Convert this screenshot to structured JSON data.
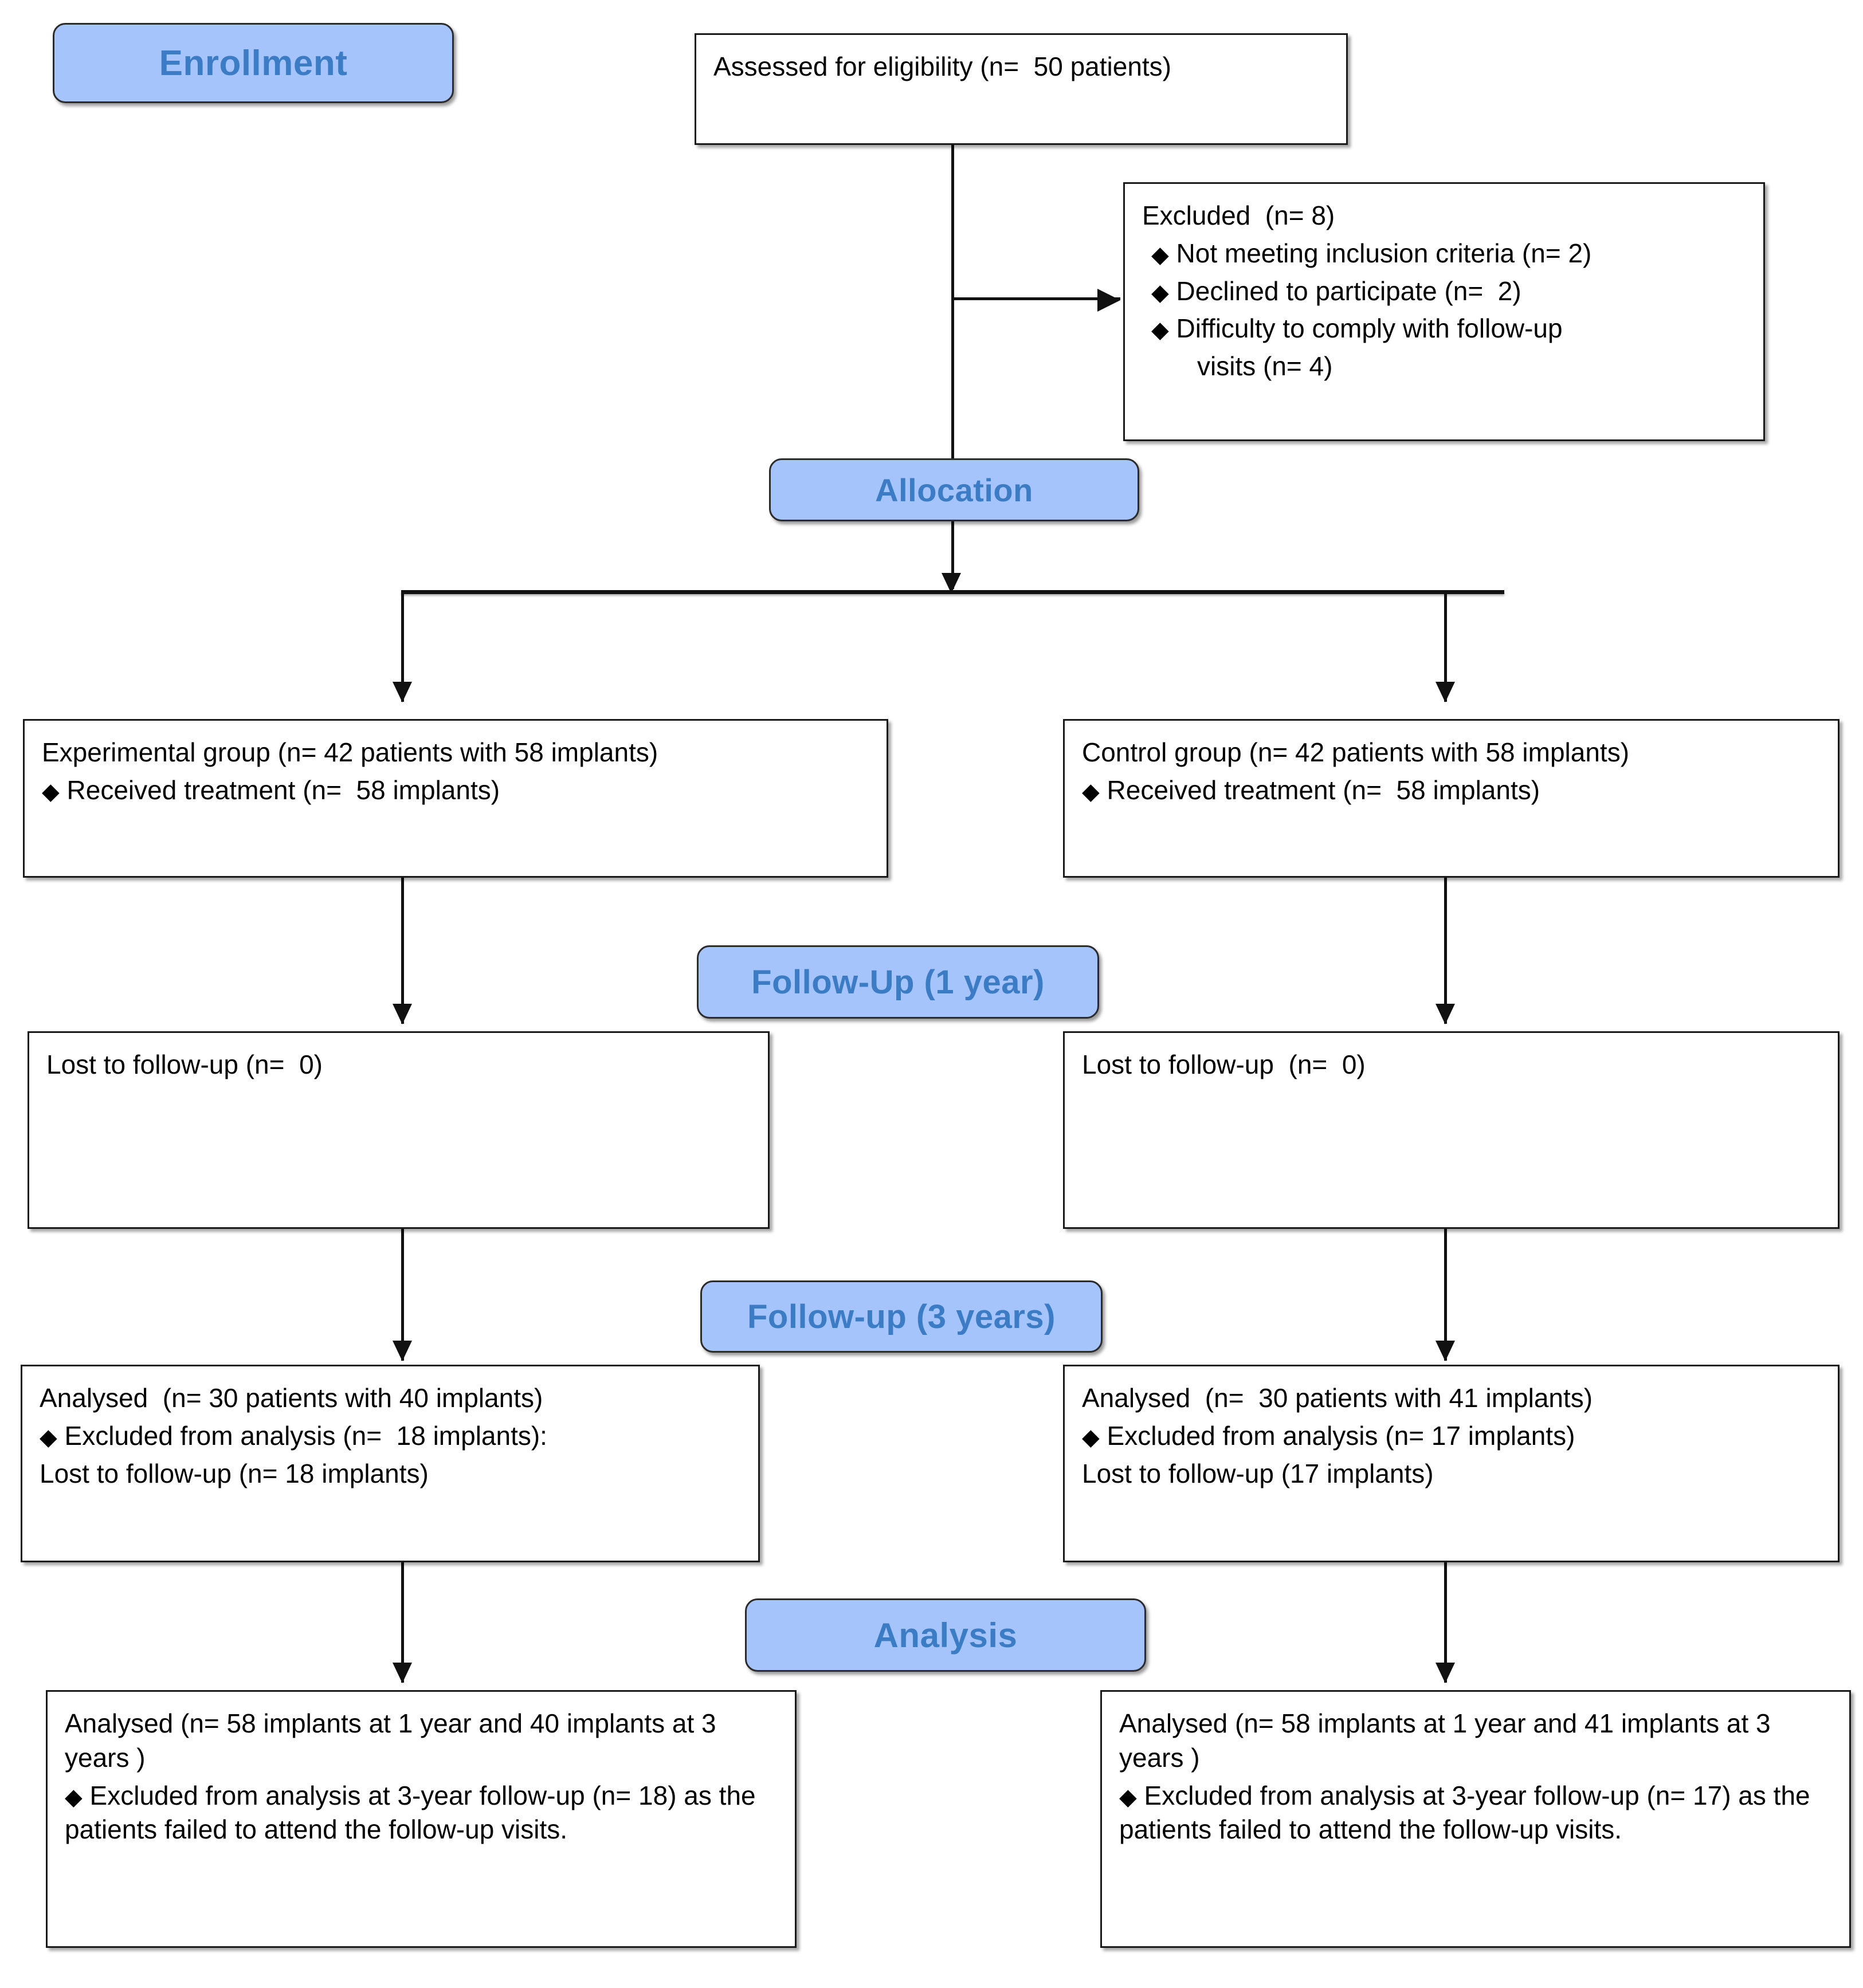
{
  "diagram": {
    "title": "CONSORT participant flow diagram",
    "colors": {
      "stage_fill": "#a6c4fc",
      "stage_text": "#3b7cc4",
      "box_border": "#1a1a1a",
      "line": "#111111",
      "background": "#ffffff"
    },
    "bullet_glyph": "♦"
  },
  "stages": {
    "enrollment": "Enrollment",
    "allocation": "Allocation",
    "followup_1y": "Follow-Up (1 year)",
    "followup_3y": "Follow-up (3 years)",
    "analysis": "Analysis"
  },
  "boxes": {
    "eligibility": {
      "line1": "Assessed for eligibility (n=  50 patients)"
    },
    "excluded": {
      "line1": "Excluded  (n= 8)",
      "bullet1": "Not meeting inclusion criteria (n= 2)",
      "bullet2": "Declined to participate (n=  2)",
      "bullet3": "Difficulty to comply with follow-up",
      "bullet3_cont": "visits (n= 4)"
    },
    "experimental_group": {
      "line1": "Experimental group (n= 42 patients with 58 implants)",
      "bullet1": "Received treatment (n=  58 implants)"
    },
    "control_group": {
      "line1": "Control group (n= 42 patients with 58 implants)",
      "bullet1": "Received treatment (n=  58 implants)"
    },
    "lost_followup_left": {
      "line1": "Lost to follow-up (n=  0)"
    },
    "lost_followup_right": {
      "line1": "Lost to follow-up  (n=  0)"
    },
    "analysed_3y_left": {
      "line1": "Analysed  (n= 30 patients with 40 implants)",
      "bullet1": "Excluded from analysis (n=  18 implants):",
      "line2": "Lost to follow-up (n= 18 implants)"
    },
    "analysed_3y_right": {
      "line1": "Analysed  (n=  30 patients with 41 implants)",
      "bullet1": "Excluded from analysis (n= 17 implants)",
      "line2": "Lost to follow-up (17 implants)"
    },
    "final_analysis_left": {
      "line1": "Analysed  (n= 58 implants at 1 year and 40 implants at 3 years )",
      "bullet1": "Excluded from analysis at 3-year follow-up (n= 18) as the patients failed to attend the follow-up visits."
    },
    "final_analysis_right": {
      "line1": "Analysed  (n= 58 implants at 1 year and 41 implants at 3 years )",
      "bullet1": "Excluded from analysis at 3-year follow-up (n= 17) as the patients failed to attend the follow-up visits."
    }
  },
  "chart_data": {
    "type": "table",
    "title": "CONSORT flow of participants",
    "rows": [
      {
        "stage": "Enrollment",
        "item": "Assessed for eligibility",
        "n": 50,
        "unit": "patients"
      },
      {
        "stage": "Enrollment",
        "item": "Excluded",
        "n": 8,
        "unit": "patients"
      },
      {
        "stage": "Enrollment",
        "item": "Not meeting inclusion criteria",
        "n": 2,
        "unit": "patients"
      },
      {
        "stage": "Enrollment",
        "item": "Declined to participate",
        "n": 2,
        "unit": "patients"
      },
      {
        "stage": "Enrollment",
        "item": "Difficulty to comply with follow-up visits",
        "n": 4,
        "unit": "patients"
      },
      {
        "stage": "Allocation",
        "item": "Experimental group",
        "n": 42,
        "unit": "patients",
        "implants": 58
      },
      {
        "stage": "Allocation",
        "item": "Experimental received treatment",
        "n": 58,
        "unit": "implants"
      },
      {
        "stage": "Allocation",
        "item": "Control group",
        "n": 42,
        "unit": "patients",
        "implants": 58
      },
      {
        "stage": "Allocation",
        "item": "Control received treatment",
        "n": 58,
        "unit": "implants"
      },
      {
        "stage": "Follow-Up (1 year)",
        "item": "Lost to follow-up (experimental)",
        "n": 0
      },
      {
        "stage": "Follow-Up (1 year)",
        "item": "Lost to follow-up (control)",
        "n": 0
      },
      {
        "stage": "Follow-up (3 years)",
        "item": "Analysed experimental",
        "n": 30,
        "unit": "patients",
        "implants": 40
      },
      {
        "stage": "Follow-up (3 years)",
        "item": "Excluded from analysis (experimental)",
        "n": 18,
        "unit": "implants"
      },
      {
        "stage": "Follow-up (3 years)",
        "item": "Analysed control",
        "n": 30,
        "unit": "patients",
        "implants": 41
      },
      {
        "stage": "Follow-up (3 years)",
        "item": "Excluded from analysis (control)",
        "n": 17,
        "unit": "implants"
      },
      {
        "stage": "Analysis",
        "item": "Experimental analysed at 1 year",
        "n": 58,
        "unit": "implants"
      },
      {
        "stage": "Analysis",
        "item": "Experimental analysed at 3 years",
        "n": 40,
        "unit": "implants"
      },
      {
        "stage": "Analysis",
        "item": "Control analysed at 1 year",
        "n": 58,
        "unit": "implants"
      },
      {
        "stage": "Analysis",
        "item": "Control analysed at 3 years",
        "n": 41,
        "unit": "implants"
      }
    ]
  }
}
